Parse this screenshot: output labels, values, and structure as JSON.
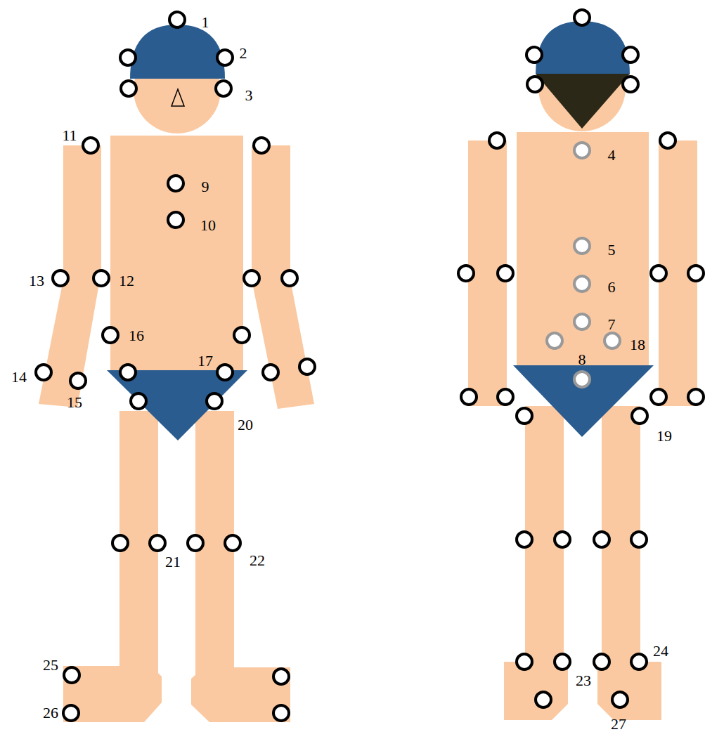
{
  "diagram": {
    "labels": [
      "1",
      "2",
      "3",
      "11",
      "9",
      "10",
      "13",
      "12",
      "16",
      "14",
      "15",
      "17",
      "20",
      "21",
      "22",
      "25",
      "26",
      "4",
      "5",
      "6",
      "7",
      "18",
      "8",
      "19",
      "24",
      "23",
      "27"
    ]
  }
}
